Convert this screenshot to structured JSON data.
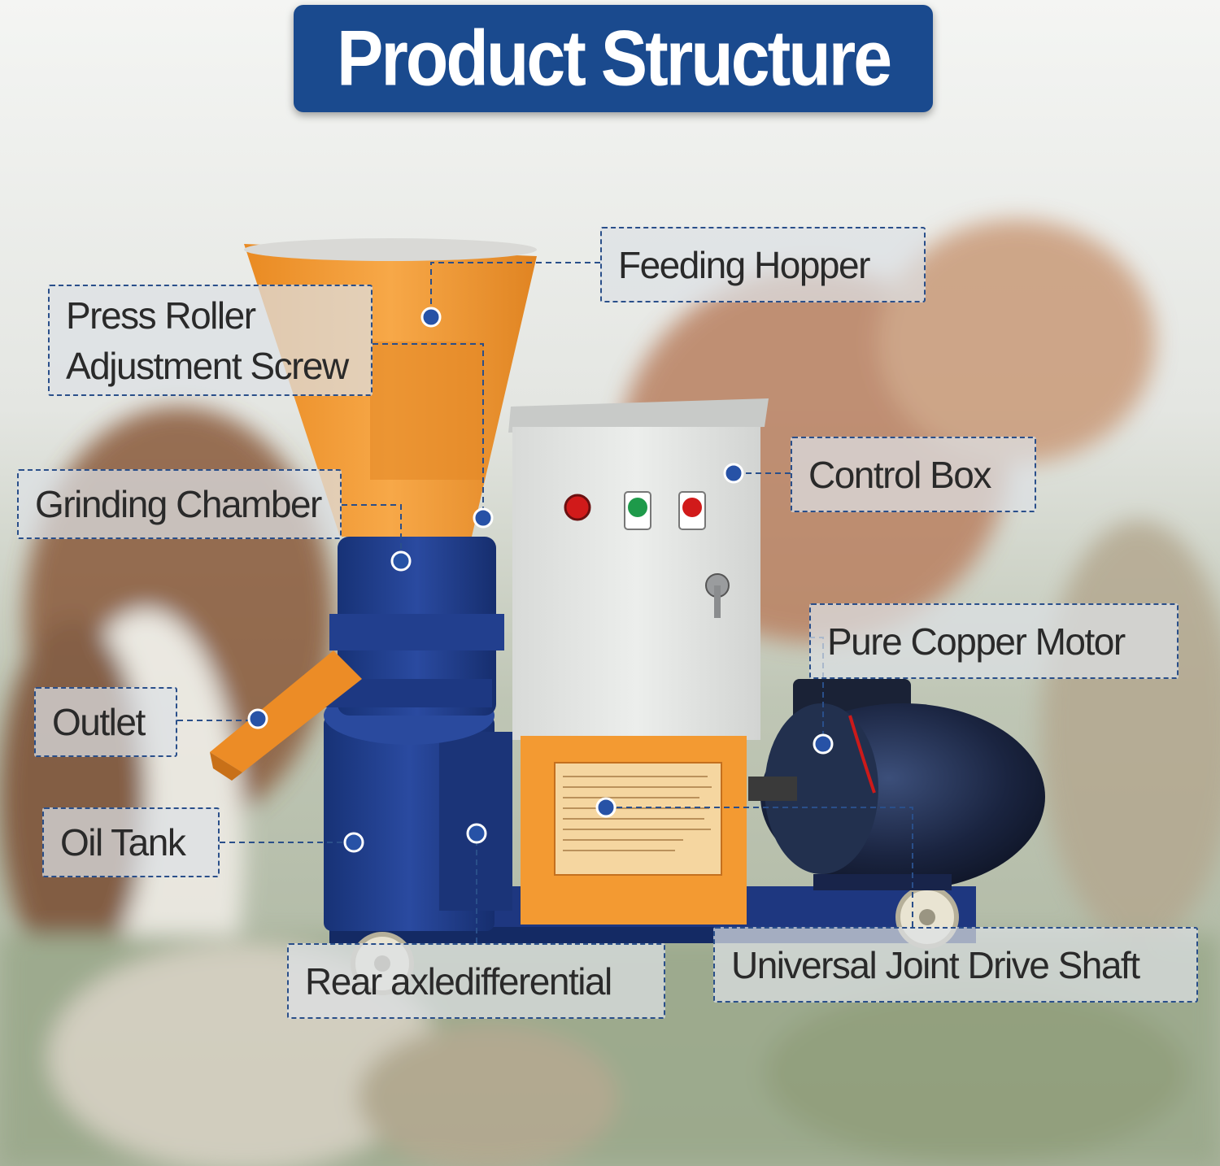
{
  "title": "Product Structure",
  "colors": {
    "banner": "#1a4a8e",
    "accent_dot": "#2752a6",
    "hopper_orange": "#f0962e",
    "body_blue": "#1f3b86",
    "control_box": "#e2e4e2"
  },
  "labels": {
    "feeding_hopper": "Feeding Hopper",
    "press_roller_line1": "Press Roller",
    "press_roller_line2": "Adjustment Screw",
    "grinding_chamber": "Grinding Chamber",
    "control_box": "Control Box",
    "pure_copper_motor": "Pure Copper Motor",
    "outlet": "Outlet",
    "oil_tank": "Oil Tank",
    "rear_axle": "Rear axledifferential",
    "universal_joint": "Universal Joint Drive Shaft"
  }
}
